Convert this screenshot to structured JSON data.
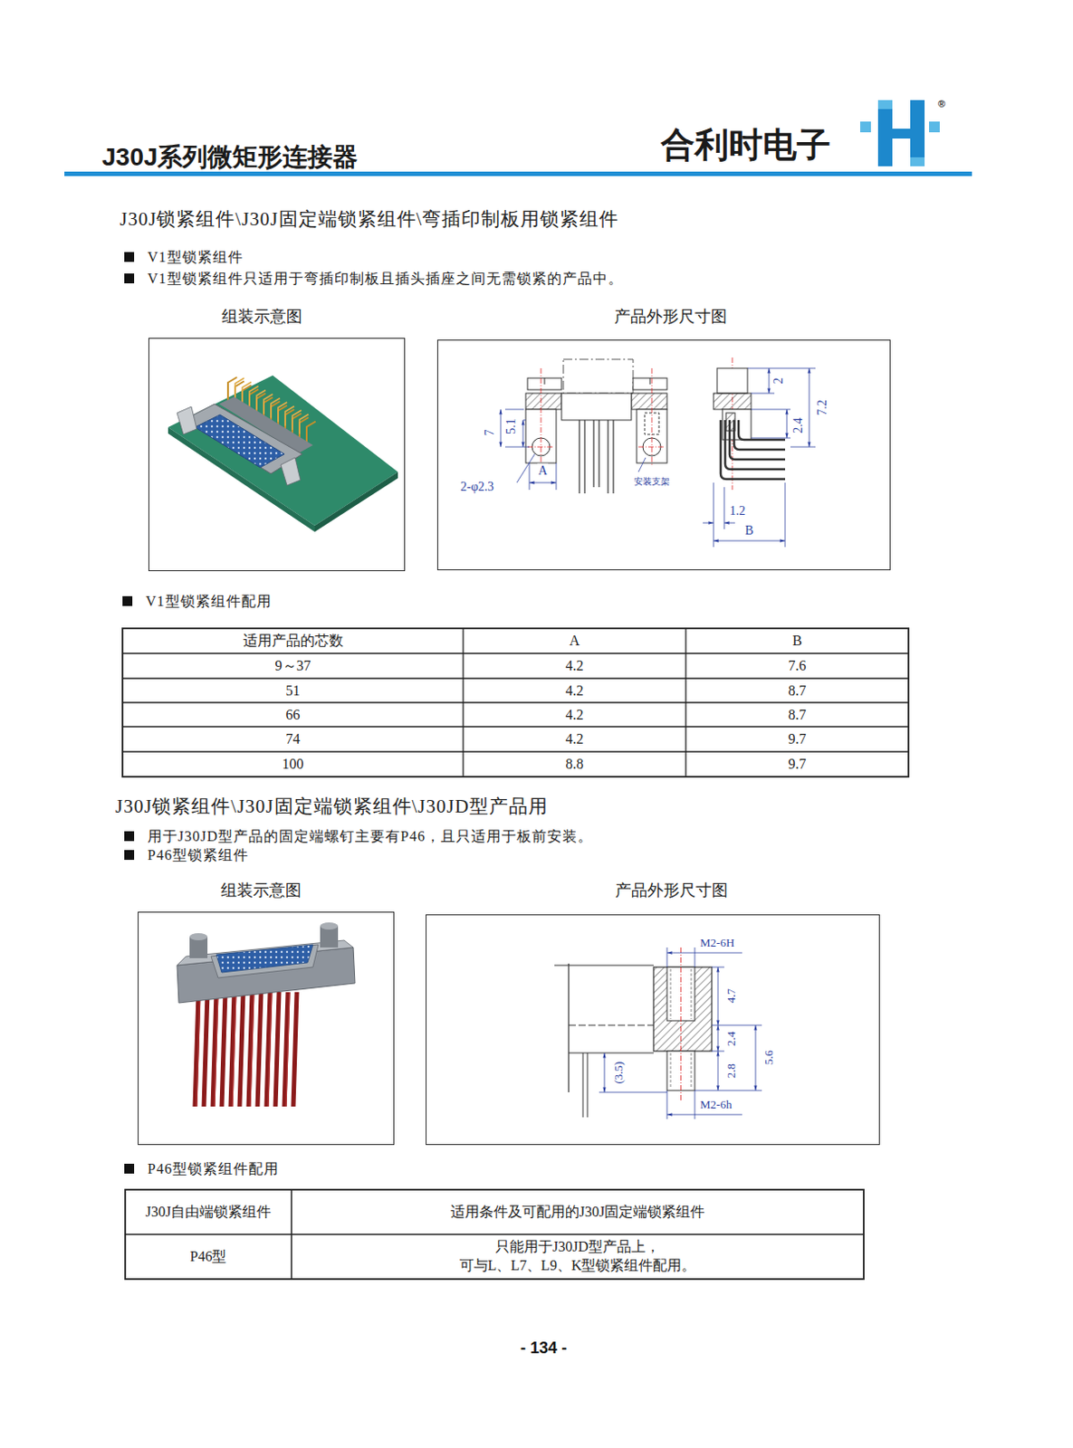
{
  "diagram": {
    "title": "J30J系列微矩形连接器",
    "nodes": [
      {
        "text": [
          "组装示意图"
        ]
      },
      {
        "text": [
          "产品外形尺寸图"
        ]
      },
      {
        "text": [
          "组装示意图"
        ]
      },
      {
        "text": [
          "产品外形尺寸图"
        ]
      }
    ],
    "labels": [
      "合利时电子",
      "®",
      "J30J锁紧组件\\J30J固定端锁紧组件\\弯插印制板用锁紧组件",
      "V1型锁紧组件",
      "V1型锁紧组件只适用于弯插印制板且插头插座之间无需锁紧的产品中。",
      "7",
      "5.1",
      "2-φ2.3",
      "A",
      "安装支架",
      "2",
      "7.2",
      "2.4",
      "1.2",
      "B",
      "V1型锁紧组件配用",
      "适用产品的芯数",
      "A",
      "B",
      "9～37",
      "4.2",
      "7.6",
      "51",
      "4.2",
      "8.7",
      "66",
      "4.2",
      "8.7",
      "74",
      "4.2",
      "9.7",
      "100",
      "8.8",
      "9.7",
      "J30J锁紧组件\\J30J固定端锁紧组件\\J30JD型产品用",
      "用于J30JD型产品的固定端螺钉主要有P46，且只适用于板前安装。",
      "P46型锁紧组件",
      "M2-6H",
      "4.7",
      "2.4",
      "5.6",
      "2.8",
      "(3.5)",
      "M2-6h",
      "P46型锁紧组件配用",
      "J30J自由端锁紧组件",
      "适用条件及可配用的J30J固定端锁紧组件",
      "P46型",
      "只能用于J30JD型产品上， 可与L、L7、L9、K型锁紧组件配用。",
      "- 134 -"
    ]
  }
}
